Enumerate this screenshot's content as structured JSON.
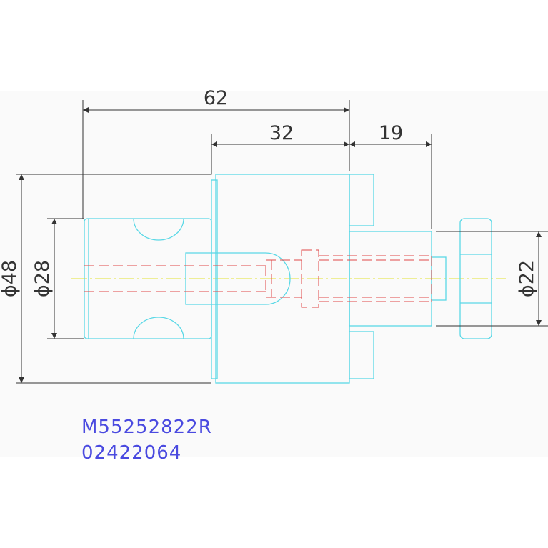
{
  "colors": {
    "background": "#ffffff",
    "sheet": "#fafafa",
    "dimension": "#333333",
    "outline": "#5ad8e6",
    "hidden": "#e04848",
    "centerline": "#e8e85a",
    "part_text": "#4a4ae0"
  },
  "dimensions": {
    "overall_length": "62",
    "mid_length": "32",
    "pin_length": "19",
    "body_diameter": "ϕ48",
    "shank_diameter": "ϕ28",
    "pin_diameter": "ϕ22"
  },
  "part": {
    "number": "M55252822R",
    "code": "02422064"
  }
}
